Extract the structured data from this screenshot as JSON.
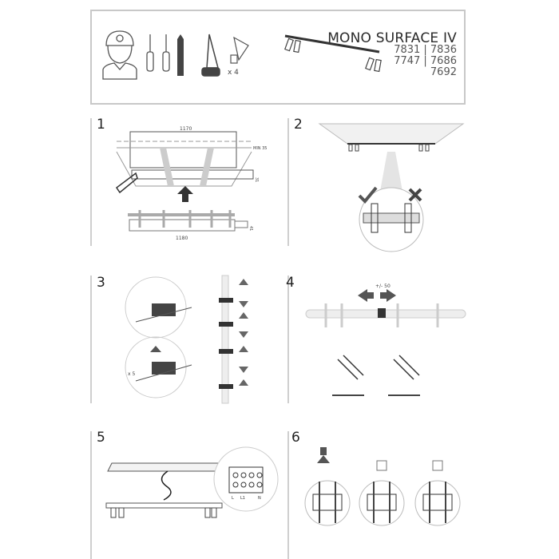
{
  "header": {
    "title": "MONO SURFACE IV",
    "codes_row1": "7831 | 7836",
    "codes_row2": "7747 | 7686",
    "codes_row3": "7692",
    "bulb_count": "x 4"
  },
  "steps": [
    {
      "number": "1",
      "width_top": "1170",
      "min_depth": "MIN 35",
      "cut_height": "31",
      "width_bottom": "1180",
      "body_height": "41"
    },
    {
      "number": "2"
    },
    {
      "number": "3",
      "count": "x 5"
    },
    {
      "number": "4",
      "adjust": "+/- 50"
    },
    {
      "number": "5",
      "terminals": [
        "L",
        "L1",
        "N"
      ]
    },
    {
      "number": "6"
    }
  ]
}
